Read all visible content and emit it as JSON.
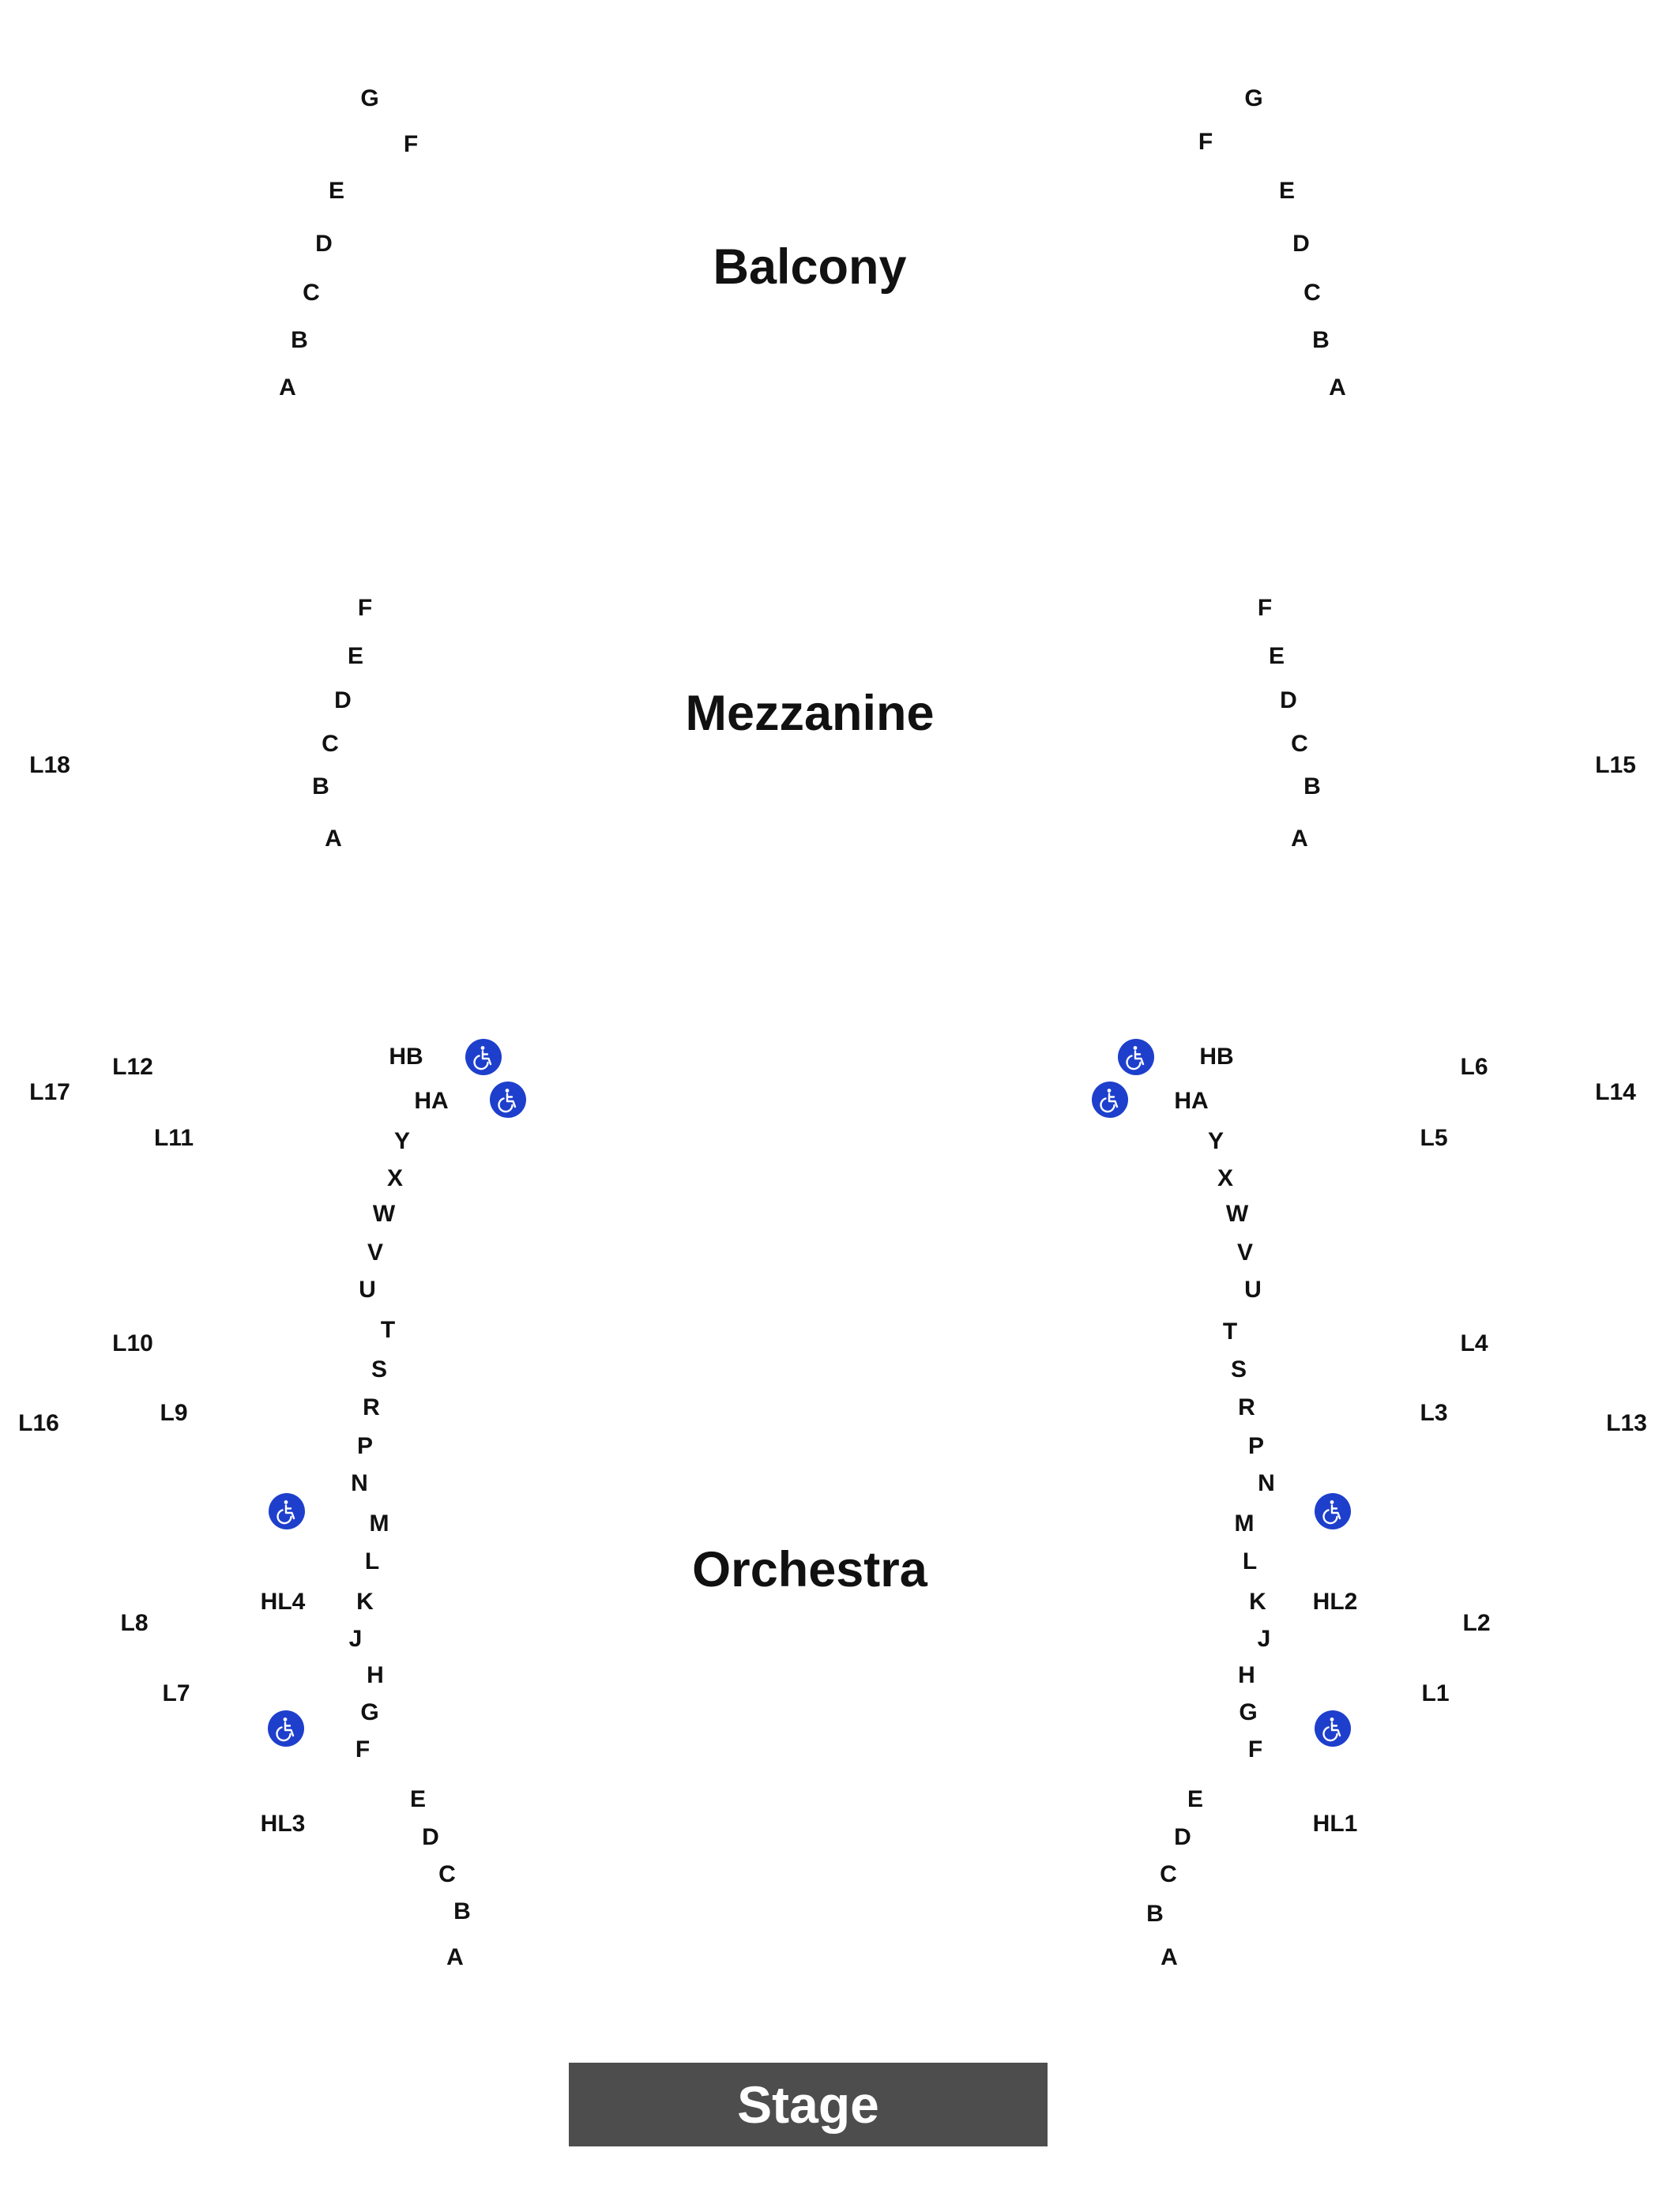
{
  "sections": {
    "balcony": "Balcony",
    "mezzanine": "Mezzanine",
    "orchestra": "Orchestra"
  },
  "stage": {
    "label": "Stage"
  },
  "balcony_rows": {
    "left": [
      "G",
      "F",
      "E",
      "D",
      "C",
      "B",
      "A"
    ],
    "right": [
      "G",
      "F",
      "E",
      "D",
      "C",
      "B",
      "A"
    ]
  },
  "mezzanine_rows": {
    "left": [
      "F",
      "E",
      "D",
      "C",
      "B",
      "A"
    ],
    "right": [
      "F",
      "E",
      "D",
      "C",
      "B",
      "A"
    ]
  },
  "orchestra_rows": {
    "left": [
      "HB",
      "HA",
      "Y",
      "X",
      "W",
      "V",
      "U",
      "T",
      "S",
      "R",
      "P",
      "N",
      "M",
      "L",
      "K",
      "J",
      "H",
      "G",
      "F",
      "E",
      "D",
      "C",
      "B",
      "A"
    ],
    "right": [
      "HB",
      "HA",
      "Y",
      "X",
      "W",
      "V",
      "U",
      "T",
      "S",
      "R",
      "P",
      "N",
      "M",
      "L",
      "K",
      "J",
      "H",
      "G",
      "F",
      "E",
      "D",
      "C",
      "B",
      "A"
    ]
  },
  "boxes": {
    "l1": "L1",
    "l2": "L2",
    "l3": "L3",
    "l4": "L4",
    "l5": "L5",
    "l6": "L6",
    "l7": "L7",
    "l8": "L8",
    "l9": "L9",
    "l10": "L10",
    "l11": "L11",
    "l12": "L12",
    "l13": "L13",
    "l14": "L14",
    "l15": "L15",
    "l16": "L16",
    "l17": "L17",
    "l18": "L18",
    "hl1": "HL1",
    "hl2": "HL2",
    "hl3": "HL3",
    "hl4": "HL4"
  },
  "icons": {
    "accessible": "wheelchair-icon"
  },
  "colors": {
    "accessible": "#1d3fcc",
    "stage": "#4d4d4d",
    "text": "#111111",
    "background": "#ffffff"
  }
}
